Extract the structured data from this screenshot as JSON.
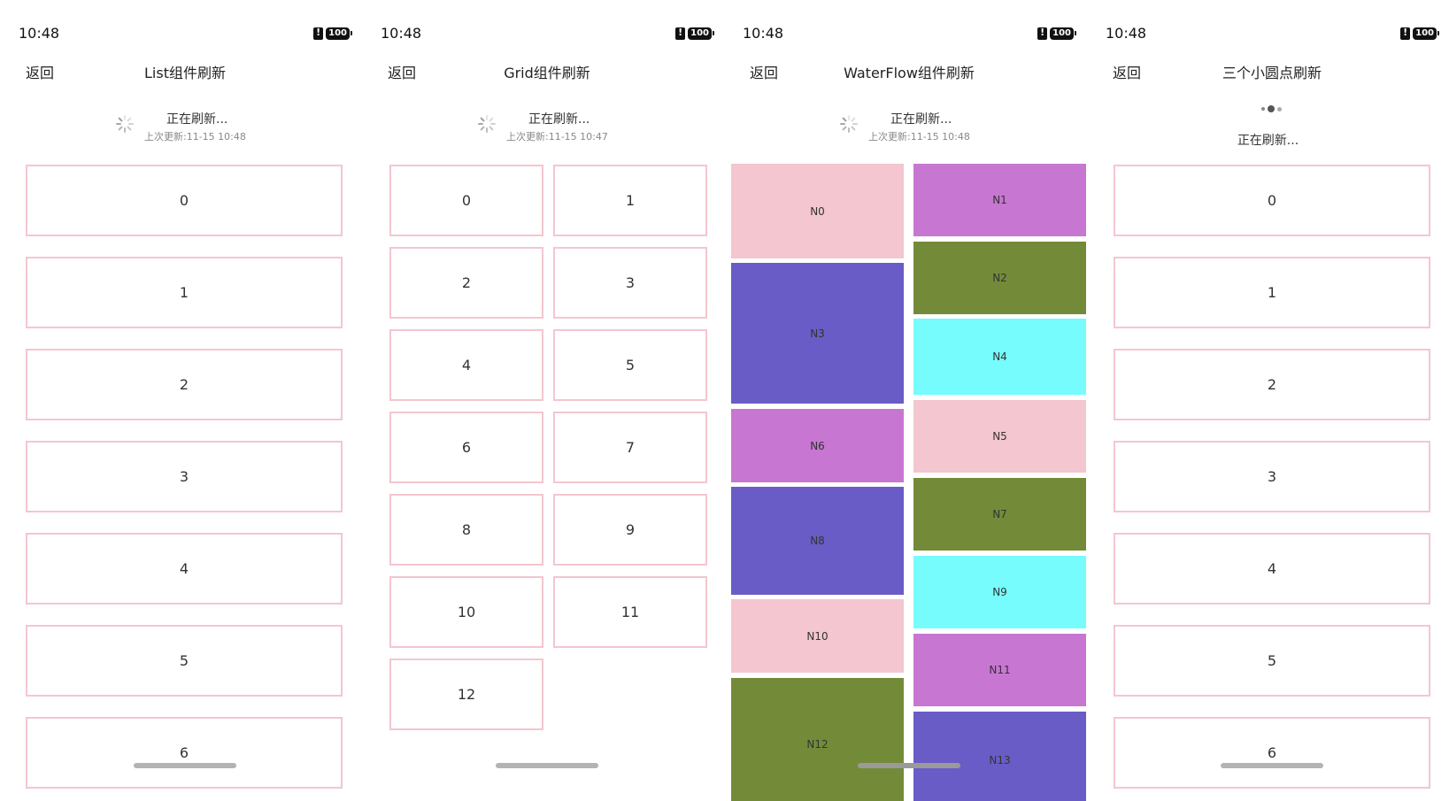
{
  "status_bar": {
    "time": "10:48",
    "battery": "100"
  },
  "screens": [
    {
      "back": "返回",
      "title": "List组件刷新",
      "refresh_text": "正在刷新...",
      "last_update": "上次更新:11-15 10:48",
      "items": [
        "0",
        "1",
        "2",
        "3",
        "4",
        "5",
        "6"
      ]
    },
    {
      "back": "返回",
      "title": "Grid组件刷新",
      "refresh_text": "正在刷新...",
      "last_update": "上次更新:11-15 10:47",
      "items": [
        "0",
        "1",
        "2",
        "3",
        "4",
        "5",
        "6",
        "7",
        "8",
        "9",
        "10",
        "11",
        "12"
      ]
    },
    {
      "back": "返回",
      "title": "WaterFlow组件刷新",
      "refresh_text": "正在刷新...",
      "last_update": "上次更新:11-15 10:48",
      "items": [
        "N0",
        "N1",
        "N2",
        "N3",
        "N4",
        "N5",
        "N6",
        "N7",
        "N8",
        "N9",
        "N10",
        "N11",
        "N12",
        "N13"
      ]
    },
    {
      "back": "返回",
      "title": "三个小圆点刷新",
      "refresh_text": "正在刷新...",
      "items": [
        "0",
        "1",
        "2",
        "3",
        "4",
        "5",
        "6"
      ]
    }
  ],
  "colors": {
    "item_border": "#f4c6cf",
    "pink": "#f4c6cf",
    "purple": "#6a5cc6",
    "orchid": "#c776d2",
    "olive": "#738b38",
    "cyan": "#76fcfc"
  }
}
